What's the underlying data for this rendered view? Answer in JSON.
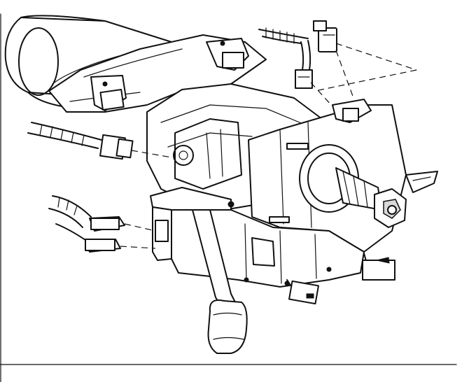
{
  "image": {
    "kind": "technical line drawing",
    "components": [
      "steering-column-tube",
      "ignition-switch-housing",
      "steering-shaft-nut",
      "electrical-connectors",
      "wiring-harnesses",
      "mounting-bracket",
      "shift-lever"
    ]
  },
  "colors": {
    "ink": "#111111",
    "paper": "#ffffff",
    "shade": "#d9d9d9"
  }
}
